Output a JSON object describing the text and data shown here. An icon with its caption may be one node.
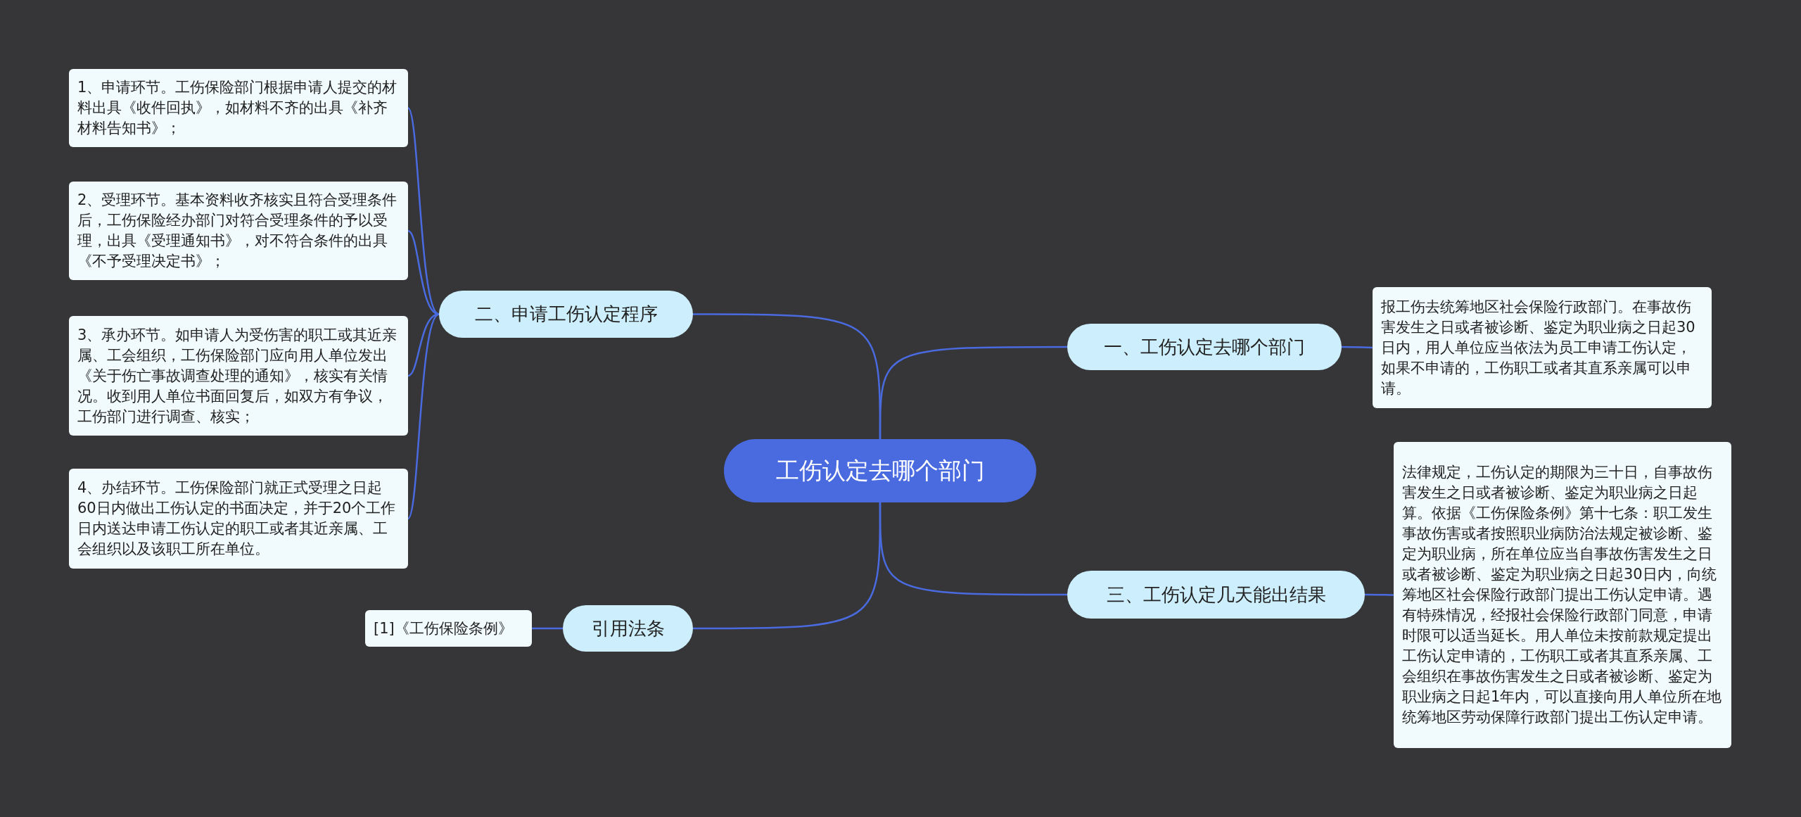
{
  "diagram": {
    "nodes": [
      {
        "text": [
          "工伤认定去哪个部门"
        ]
      },
      {
        "text": [
          "二、申请工伤认定程序"
        ]
      },
      {
        "text": [
          "1、申请环节。工伤保险部门根据申请人提交的材料出具《收件回执》，如材料不齐的出具《补齐材料告知书》；"
        ]
      },
      {
        "text": [
          "2、受理环节。基本资料收齐核实且符合受理条件后，工伤保险经办部门对符合受理条件的予以受理，出具《受理通知书》，对不符合条件的出具《不予受理决定书》；"
        ]
      },
      {
        "text": [
          "3、承办环节。如申请人为受伤害的职工或其近亲属、工会组织，工伤保险部门应向用人单位发出《关于伤亡事故调查处理的通知》，核实有关情况。收到用人单位书面回复后，如双方有争议，工伤部门进行调查、核实；"
        ]
      },
      {
        "text": [
          "4、办结环节。工伤保险部门就正式受理之日起60日内做出工伤认定的书面决定，并于20个工作日内送达申请工伤认定的职工或者其近亲属、工会组织以及该职工所在单位。"
        ]
      },
      {
        "text": [
          "一、工伤认定去哪个部门"
        ]
      },
      {
        "text": [
          "报工伤去统筹地区社会保险行政部门。在事故伤害发生之日或者被诊断、鉴定为职业病之日起30日内，用人单位应当依法为员工申请工伤认定，如果不申请的，工伤职工或者其直系亲属可以申请。"
        ]
      },
      {
        "text": [
          "三、工伤认定几天能出结果"
        ]
      },
      {
        "text": [
          "法律规定，工伤认定的期限为三十日，自事故伤害发生之日或者被诊断、鉴定为职业病之日起算。依据《工伤保险条例》第十七条：职工发生事故伤害或者按照职业病防治法规定被诊断、鉴定为职业病，所在单位应当自事故伤害发生之日或者被诊断、鉴定为职业病之日起30日内，向统筹地区社会保险行政部门提出工伤认定申请。遇有特殊情况，经报社会保险行政部门同意，申请时限可以适当延长。用人单位未按前款规定提出工伤认定申请的，工伤职工或者其直系亲属、工会组织在事故伤害发生之日或者被诊断、鉴定为职业病之日起1年内，可以直接向用人单位所在地统筹地区劳动保障行政部门提出工伤认定申请。"
        ]
      },
      {
        "text": [
          "引用法条"
        ]
      },
      {
        "text": [
          "[1]《工伤保险条例》"
        ]
      }
    ],
    "edges": [
      {
        "from": 0,
        "to": 1,
        "arrow": "none"
      },
      {
        "from": 1,
        "to": 2,
        "arrow": "none"
      },
      {
        "from": 1,
        "to": 3,
        "arrow": "none"
      },
      {
        "from": 1,
        "to": 4,
        "arrow": "none"
      },
      {
        "from": 1,
        "to": 5,
        "arrow": "none"
      },
      {
        "from": 0,
        "to": 6,
        "arrow": "none"
      },
      {
        "from": 6,
        "to": 7,
        "arrow": "none"
      },
      {
        "from": 0,
        "to": 8,
        "arrow": "none"
      },
      {
        "from": 8,
        "to": 9,
        "arrow": "none"
      },
      {
        "from": 0,
        "to": 10,
        "arrow": "none"
      },
      {
        "from": 10,
        "to": 11,
        "arrow": "none"
      }
    ]
  }
}
